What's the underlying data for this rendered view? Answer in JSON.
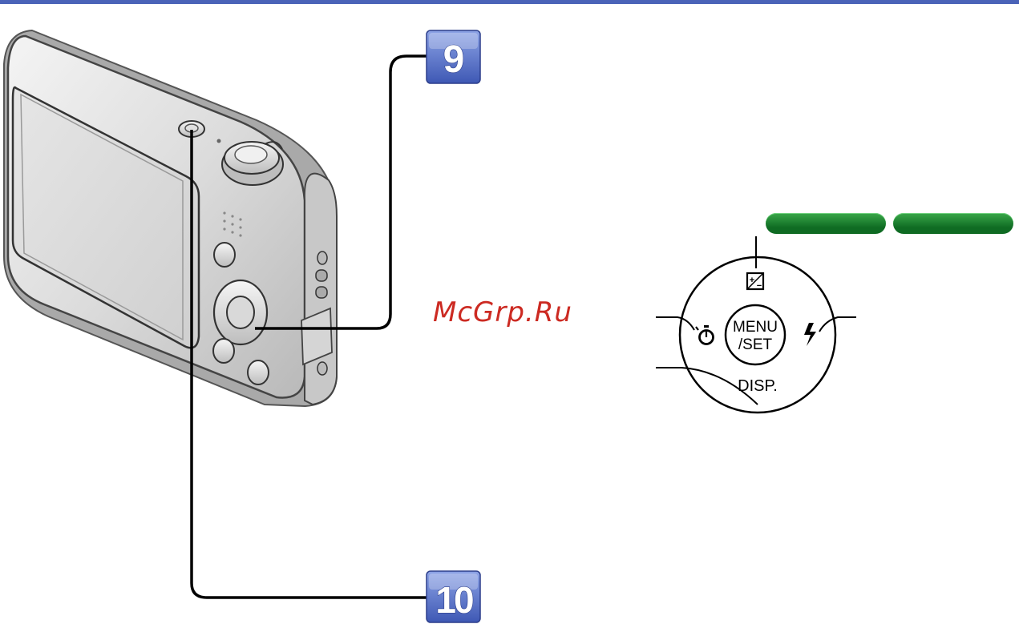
{
  "callouts": {
    "upper_number": "9",
    "lower_number": "10"
  },
  "control_wheel": {
    "center_label_line1": "MENU",
    "center_label_line2": "/SET",
    "bottom_label": "DISP.",
    "top_icon": "exposure-compensation-icon",
    "left_icon": "self-timer-icon",
    "right_icon": "flash-icon"
  },
  "watermark": "McGrp.Ru",
  "colors": {
    "header_bar": "#4a63b8",
    "callout_blue": "#5b76cf",
    "pill_green": "#1a7f2e",
    "watermark_red": "#cc2a22"
  }
}
